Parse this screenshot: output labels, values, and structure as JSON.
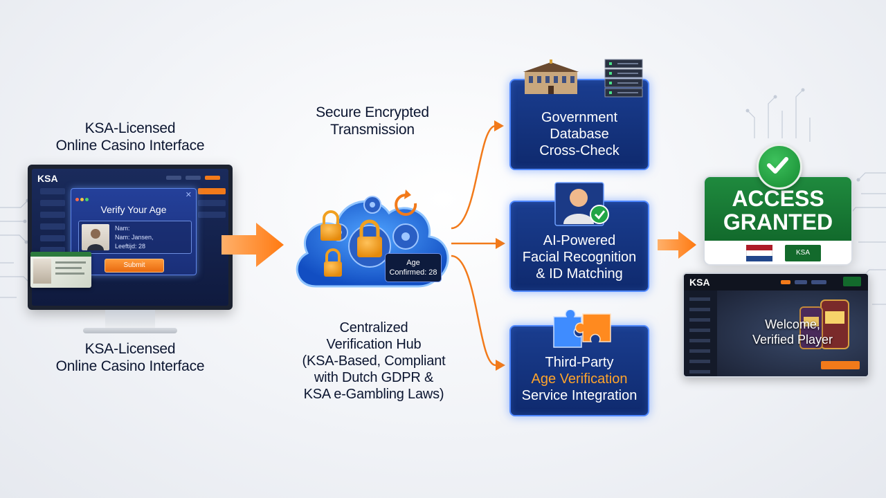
{
  "left_panel": {
    "caption_top": [
      "KSA-Licensed",
      "Online Casino Interface"
    ],
    "caption_bottom": [
      "KSA-Licensed",
      "Online Casino Interface"
    ],
    "brand": "KSA",
    "modal_title": "Verify Your Age",
    "id_lines": [
      "Nam:",
      "Nam: Jansen,",
      "Leeftijd: 28"
    ],
    "submit_label": "Submit"
  },
  "transmission": {
    "caption": [
      "Secure Encrypted",
      "Transmission"
    ]
  },
  "hub": {
    "age_badge": [
      "Age",
      "Confirmed: 28"
    ],
    "caption": [
      "Centralized",
      "Verification Hub",
      "(KSA-Based, Compliant",
      "with Dutch GDPR &",
      "KSA e-Gambling Laws)"
    ]
  },
  "boxes": {
    "database": [
      "Government",
      "Database",
      "Cross-Check"
    ],
    "facial": [
      "AI-Powered",
      "Facial Recognition",
      "& ID Matching"
    ],
    "third_party": {
      "line1": "Third-Party",
      "line2": "Age Verification",
      "line3": "Service Integration"
    }
  },
  "result": {
    "granted": [
      "ACCESS",
      "GRANTED"
    ],
    "ksa_badge": "KSA",
    "welcome_brand": "KSA",
    "welcome": [
      "Welcome,",
      "Verified Player"
    ]
  },
  "colors": {
    "accent_orange": "#f27a1a",
    "box_blue": "#1a3d8f",
    "granted_green": "#1f8a3e"
  }
}
